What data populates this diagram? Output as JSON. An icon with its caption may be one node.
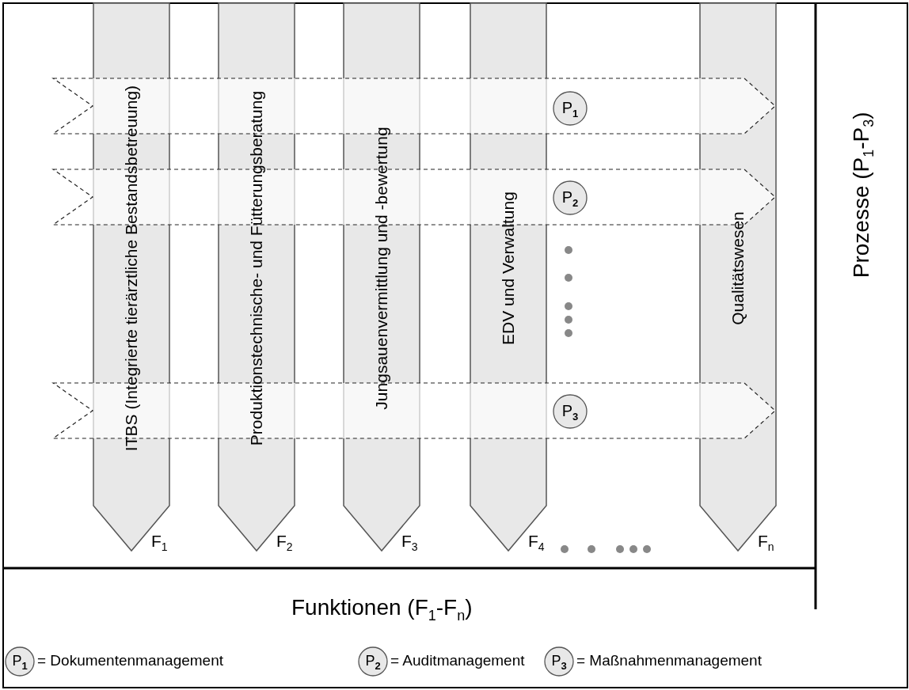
{
  "diagram": {
    "nodes": [
      {
        "text": [
          "ITBS (Integrierte tierärztliche Bestandsbetreuung)"
        ],
        "beside": [
          "F$_{1}$"
        ]
      },
      {
        "text": [
          "Produktionstechnische- und Fütterungsberatung"
        ],
        "beside": [
          "F$_{2}$"
        ]
      },
      {
        "text": [
          "Jungsauenvermittlung und -bewertung"
        ],
        "beside": [
          "F$_{3}$"
        ]
      },
      {
        "text": [
          "EDV und Verwaltung"
        ],
        "beside": [
          "F$_{4}$"
        ]
      },
      {
        "text": [
          "Qualitätswesen"
        ],
        "beside": [
          "F$_{n}$"
        ]
      },
      {
        "text": [],
        "shape": "band"
      },
      {
        "text": [
          "P$_{1}$"
        ],
        "in": 5
      },
      {
        "text": [],
        "shape": "band"
      },
      {
        "text": [
          "P$_{2}$"
        ],
        "in": 7
      },
      {
        "text": [],
        "shape": "band"
      },
      {
        "text": [
          "P$_{3}$"
        ],
        "in": 9
      },
      {
        "text": [
          "P$_{1}$"
        ],
        "beside": [
          "= Dokumentenmanagement"
        ]
      },
      {
        "text": [
          "P$_{2}$"
        ],
        "beside": [
          "= Auditmanagement"
        ]
      },
      {
        "text": [
          "P$_{3}$"
        ],
        "beside": [
          "= Maßnahmenmanagement"
        ]
      }
    ],
    "labels": [
      "Funktionen (F$_{1}$-F$_{n}$)",
      "Prozesse (P$_{1}$-P$_{3}$)"
    ]
  }
}
